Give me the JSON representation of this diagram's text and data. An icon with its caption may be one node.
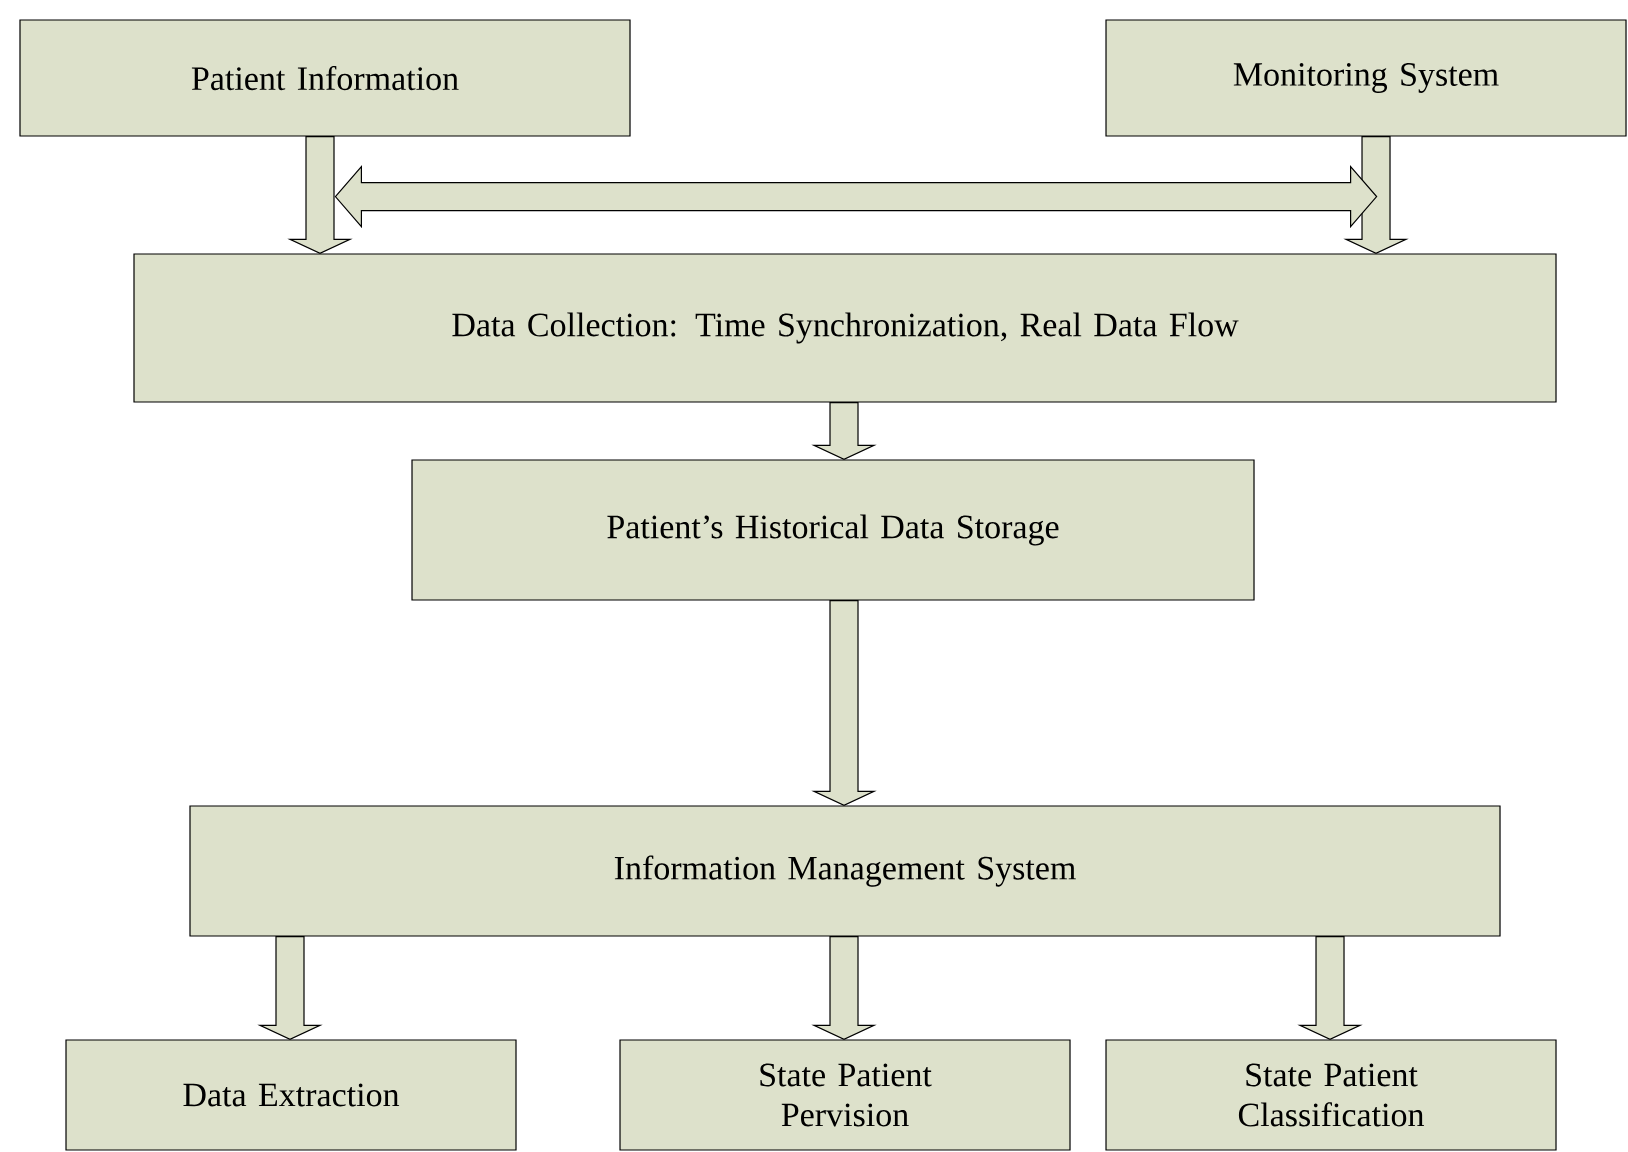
{
  "diagram": {
    "nodes": [
      {
        "text": [
          "Patient Information"
        ]
      },
      {
        "text": [
          "Monitoring System"
        ]
      },
      {
        "text": [
          "Data Collection: Time Synchronization, Real Data Flow"
        ]
      },
      {
        "text": [
          "Patient’s Historical Data Storage"
        ]
      },
      {
        "text": [
          "Information Management System"
        ]
      },
      {
        "text": [
          "Data Extraction"
        ]
      },
      {
        "text": [
          "State Patient Pervision"
        ]
      },
      {
        "text": [
          "State Patient Classification"
        ]
      }
    ],
    "edges": [
      {
        "from": 0,
        "to": 2,
        "arrow": "to"
      },
      {
        "from": 1,
        "to": 2,
        "arrow": "to"
      },
      {
        "from": 0,
        "to": 1,
        "arrow": "both"
      },
      {
        "from": 2,
        "to": 3,
        "arrow": "to"
      },
      {
        "from": 3,
        "to": 4,
        "arrow": "to"
      },
      {
        "from": 4,
        "to": 5,
        "arrow": "to"
      },
      {
        "from": 4,
        "to": 6,
        "arrow": "to"
      },
      {
        "from": 4,
        "to": 7,
        "arrow": "to"
      }
    ]
  }
}
